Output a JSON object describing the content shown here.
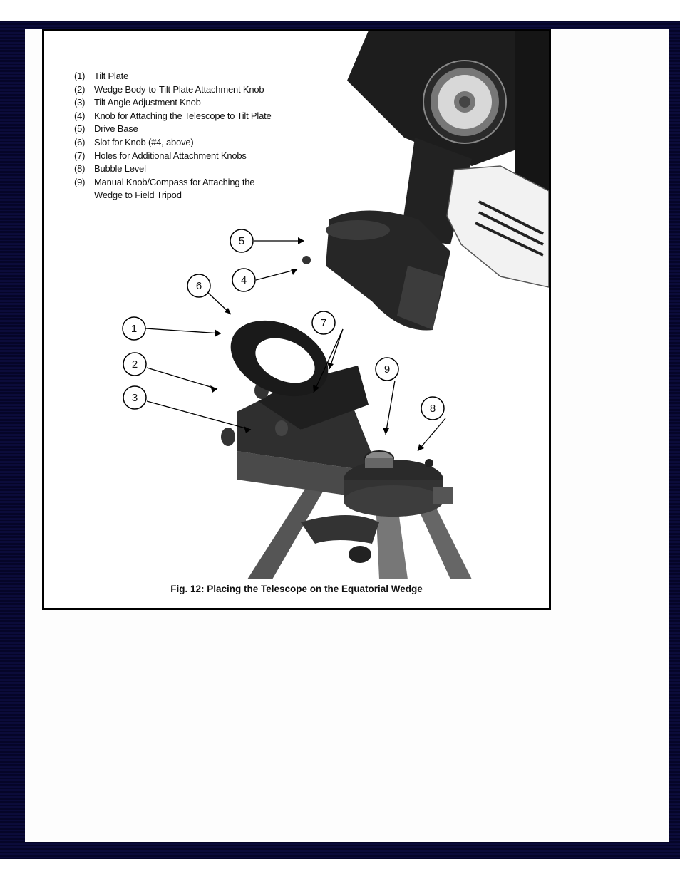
{
  "figure": {
    "legend": [
      {
        "num": "(1)",
        "text": "Tilt Plate"
      },
      {
        "num": "(2)",
        "text": "Wedge Body-to-Tilt Plate Attachment Knob"
      },
      {
        "num": "(3)",
        "text": "Tilt Angle Adjustment Knob"
      },
      {
        "num": "(4)",
        "text": "Knob for Attaching the Telescope to Tilt Plate"
      },
      {
        "num": "(5)",
        "text": "Drive Base"
      },
      {
        "num": "(6)",
        "text": "Slot for Knob (#4, above)"
      },
      {
        "num": "(7)",
        "text": "Holes for Additional Attachment Knobs"
      },
      {
        "num": "(8)",
        "text": "Bubble Level"
      },
      {
        "num": "(9)",
        "text": "Manual Knob/Compass for Attaching the\nWedge to Field Tripod"
      }
    ],
    "callouts": [
      "1",
      "2",
      "3",
      "4",
      "5",
      "6",
      "7",
      "8",
      "9"
    ],
    "caption": "Fig. 12: Placing the Telescope on the Equatorial Wedge"
  }
}
